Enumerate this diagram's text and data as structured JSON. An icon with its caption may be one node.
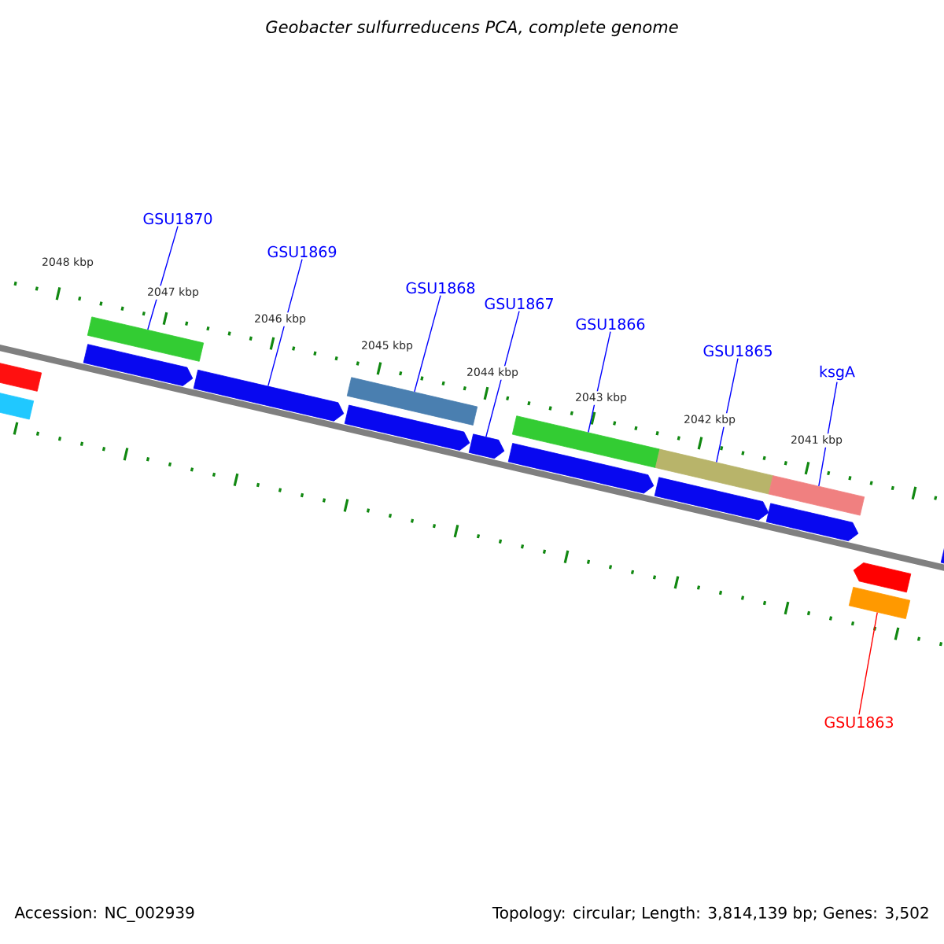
{
  "diagram": {
    "title": "*Geobacter sulfurreducens* PCA, complete genome",
    "nodes": [
      {
        "text": [
          "GSU1870"
        ]
      },
      {
        "text": [
          "GSU1869"
        ]
      },
      {
        "text": [
          "GSU1868"
        ]
      },
      {
        "text": [
          "GSU1867"
        ]
      },
      {
        "text": [
          "GSU1866"
        ]
      },
      {
        "text": [
          "GSU1865"
        ]
      },
      {
        "text": [
          "ksgA"
        ]
      },
      {
        "text": [
          "GSU1863"
        ]
      },
      {
        "text": [],
        "shape": "bar"
      },
      {
        "text": [],
        "shape": "bar"
      },
      {
        "text": [],
        "shape": "bar"
      },
      {
        "text": [],
        "shape": "arrow"
      },
      {
        "text": [],
        "shape": "arrow"
      },
      {
        "text": [],
        "shape": "bar"
      },
      {
        "text": [],
        "shape": "arrow"
      },
      {
        "text": [],
        "shape": "arrow"
      },
      {
        "text": [],
        "shape": "bar"
      },
      {
        "text": [],
        "shape": "arrow"
      },
      {
        "text": [],
        "shape": "bar"
      },
      {
        "text": [],
        "shape": "arrow"
      },
      {
        "text": [],
        "shape": "bar"
      },
      {
        "text": [],
        "shape": "arrow"
      },
      {
        "text": [],
        "shape": "bar"
      },
      {
        "text": [],
        "shape": "arrow"
      },
      {
        "text": [],
        "shape": "arrow"
      }
    ],
    "edges": [
      {
        "from": 0,
        "to": 10,
        "arrow": "none"
      },
      {
        "from": 1,
        "to": 12,
        "arrow": "none"
      },
      {
        "from": 2,
        "to": 13,
        "arrow": "none"
      },
      {
        "from": 3,
        "to": 15,
        "arrow": "none"
      },
      {
        "from": 4,
        "to": 16,
        "arrow": "none"
      },
      {
        "from": 5,
        "to": 18,
        "arrow": "none"
      },
      {
        "from": 6,
        "to": 20,
        "arrow": "none"
      },
      {
        "from": 7,
        "to": 22,
        "arrow": "none",
        "color": "#ff0000"
      }
    ],
    "labels": [
      "2048 kbp",
      "2047 kbp",
      "2046 kbp",
      "2045 kbp",
      "2044 kbp",
      "2043 kbp",
      "2042 kbp",
      "2041 kbp",
      "Accession: NC_002939",
      "Topology: circular; Length: 3,814,139 bp; Genes: 3,502"
    ]
  }
}
